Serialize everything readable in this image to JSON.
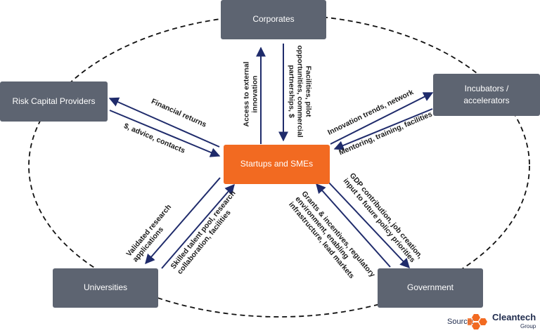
{
  "nodes": {
    "corporates": "Corporates",
    "risk_capital": "Risk Capital Providers",
    "incubators": "Incubators /\naccelerators",
    "startups": "Startups and SMEs",
    "universities": "Universities",
    "government": "Government"
  },
  "flows": {
    "access_external": "Access to external\ninnovation",
    "facilities_pilot": "Facilities, pilot\nopportunities, commercial\npartnerships, $",
    "financial_returns": "Financial returns",
    "advice_contacts": "$, advice, contacts",
    "innovation_trends": "Innovation trends, network",
    "mentoring": "Mentoring, training, facilities",
    "validated_research": "Validated research\napplications",
    "skilled_talent": "Skilled talent pool, research\ncollaboration, facilities",
    "grants_incentives": "Grants & incentives, regulatory\nenvironment, enabling\ninfrastructure, lead markets",
    "gdp_contribution": "GDP contribution, job creation,\ninput to future policy priorities"
  },
  "footer": {
    "source_label": "Source:",
    "logo_name": "Cleantech",
    "logo_sub": "Group"
  },
  "colors": {
    "node_gray": "#5d6471",
    "node_orange": "#f26a21",
    "arrow_navy": "#1f2b6b",
    "logo_orange": "#f26a21"
  }
}
